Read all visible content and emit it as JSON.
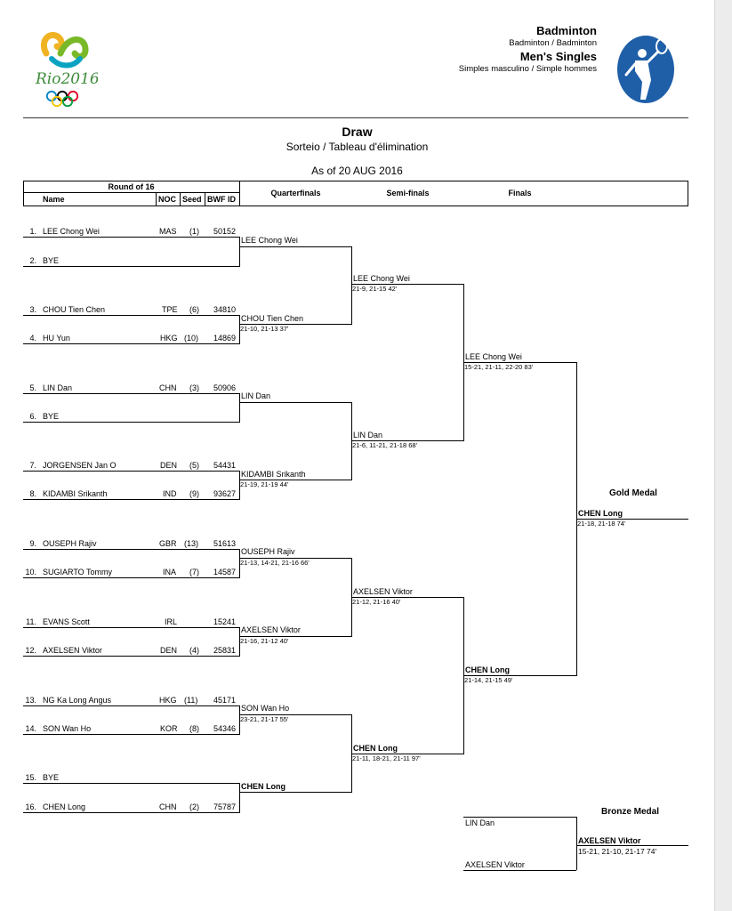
{
  "header": {
    "logo_text": "Rio2016",
    "sport": "Badminton",
    "sport_translation": "Badminton / Badminton",
    "event": "Men's Singles",
    "event_translation": "Simples masculino / Simple hommes"
  },
  "document": {
    "title": "Draw",
    "subtitle": "Sorteio / Tableau d'élimination",
    "as_of": "As of 20 AUG 2016"
  },
  "table_header": {
    "round_of_16": "Round of 16",
    "name": "Name",
    "noc": "NOC",
    "seed": "Seed",
    "bwf_id": "BWF ID",
    "quarterfinals": "Quarterfinals",
    "semifinals": "Semi-finals",
    "finals": "Finals"
  },
  "round_of_16": [
    {
      "num": "1.",
      "name": "LEE Chong Wei",
      "noc": "MAS",
      "seed": "(1)",
      "bwf_id": "50152"
    },
    {
      "num": "2.",
      "name": "BYE",
      "noc": "",
      "seed": "",
      "bwf_id": ""
    },
    {
      "num": "3.",
      "name": "CHOU Tien Chen",
      "noc": "TPE",
      "seed": "(6)",
      "bwf_id": "34810"
    },
    {
      "num": "4.",
      "name": "HU Yun",
      "noc": "HKG",
      "seed": "(10)",
      "bwf_id": "14869"
    },
    {
      "num": "5.",
      "name": "LIN Dan",
      "noc": "CHN",
      "seed": "(3)",
      "bwf_id": "50906"
    },
    {
      "num": "6.",
      "name": "BYE",
      "noc": "",
      "seed": "",
      "bwf_id": ""
    },
    {
      "num": "7.",
      "name": "JORGENSEN Jan O",
      "noc": "DEN",
      "seed": "(5)",
      "bwf_id": "54431"
    },
    {
      "num": "8.",
      "name": "KIDAMBI Srikanth",
      "noc": "IND",
      "seed": "(9)",
      "bwf_id": "93627"
    },
    {
      "num": "9.",
      "name": "OUSEPH Rajiv",
      "noc": "GBR",
      "seed": "(13)",
      "bwf_id": "51613"
    },
    {
      "num": "10.",
      "name": "SUGIARTO Tommy",
      "noc": "INA",
      "seed": "(7)",
      "bwf_id": "14587"
    },
    {
      "num": "11.",
      "name": "EVANS Scott",
      "noc": "IRL",
      "seed": "",
      "bwf_id": "15241"
    },
    {
      "num": "12.",
      "name": "AXELSEN Viktor",
      "noc": "DEN",
      "seed": "(4)",
      "bwf_id": "25831"
    },
    {
      "num": "13.",
      "name": "NG Ka Long Angus",
      "noc": "HKG",
      "seed": "(11)",
      "bwf_id": "45171"
    },
    {
      "num": "14.",
      "name": "SON Wan Ho",
      "noc": "KOR",
      "seed": "(8)",
      "bwf_id": "54346"
    },
    {
      "num": "15.",
      "name": "BYE",
      "noc": "",
      "seed": "",
      "bwf_id": ""
    },
    {
      "num": "16.",
      "name": "CHEN Long",
      "noc": "CHN",
      "seed": "(2)",
      "bwf_id": "75787"
    }
  ],
  "quarterfinals": [
    {
      "name": "LEE Chong Wei",
      "score": ""
    },
    {
      "name": "CHOU Tien Chen",
      "score": "21-10, 21-13  37'"
    },
    {
      "name": "LIN Dan",
      "score": ""
    },
    {
      "name": "KIDAMBI Srikanth",
      "score": "21-19, 21-19  44'"
    },
    {
      "name": "OUSEPH Rajiv",
      "score": "21-13, 14-21, 21-16  66'"
    },
    {
      "name": "AXELSEN Viktor",
      "score": "21-16, 21-12  40'"
    },
    {
      "name": "SON Wan Ho",
      "score": "23-21, 21-17  55'"
    },
    {
      "name": "CHEN Long",
      "score": ""
    }
  ],
  "semifinals": [
    {
      "name": "LEE Chong Wei",
      "score": "21-9, 21-15  42'"
    },
    {
      "name": "LIN Dan",
      "score": "21-6, 11-21, 21-18  68'"
    },
    {
      "name": "AXELSEN Viktor",
      "score": "21-12, 21-16  40'"
    },
    {
      "name": "CHEN Long",
      "score": "21-11, 18-21, 21-11  97'"
    }
  ],
  "finals": [
    {
      "name": "LEE Chong Wei",
      "score": "15-21, 21-11, 22-20  83'"
    },
    {
      "name": "CHEN Long",
      "score": "21-14, 21-15  49'"
    }
  ],
  "gold": {
    "label": "Gold Medal",
    "name": "CHEN Long",
    "score": "21-18, 21-18  74'"
  },
  "bronze": {
    "label": "Bronze Medal",
    "player1": "LIN Dan",
    "player2": "AXELSEN Viktor",
    "winner": "AXELSEN Viktor",
    "score": "15-21, 21-10, 21-17  74'"
  },
  "colors": {
    "pictogram_blue": "#1f5fa8"
  }
}
